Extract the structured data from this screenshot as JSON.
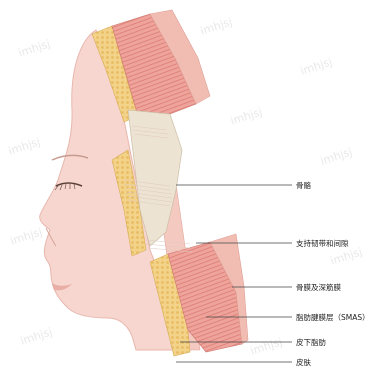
{
  "watermark": "imhjsj",
  "labels": [
    {
      "id": "bone",
      "text": "骨骼"
    },
    {
      "id": "ligament",
      "text": "支持韧带和间隙"
    },
    {
      "id": "periosteum",
      "text": "骨膜及深筋膜"
    },
    {
      "id": "smas",
      "text": "脂肪腱膜层（SMAS）"
    },
    {
      "id": "fat",
      "text": "皮下脂肪"
    },
    {
      "id": "skin",
      "text": "皮肤"
    }
  ],
  "colors": {
    "skin": "#f6d6cf",
    "skin_edge": "#e8b7ad",
    "fat": "#f3d28a",
    "muscle": "#e8928c",
    "fascia": "#f1bdb3",
    "bone": "#ede3d2",
    "leader": "#444444"
  }
}
